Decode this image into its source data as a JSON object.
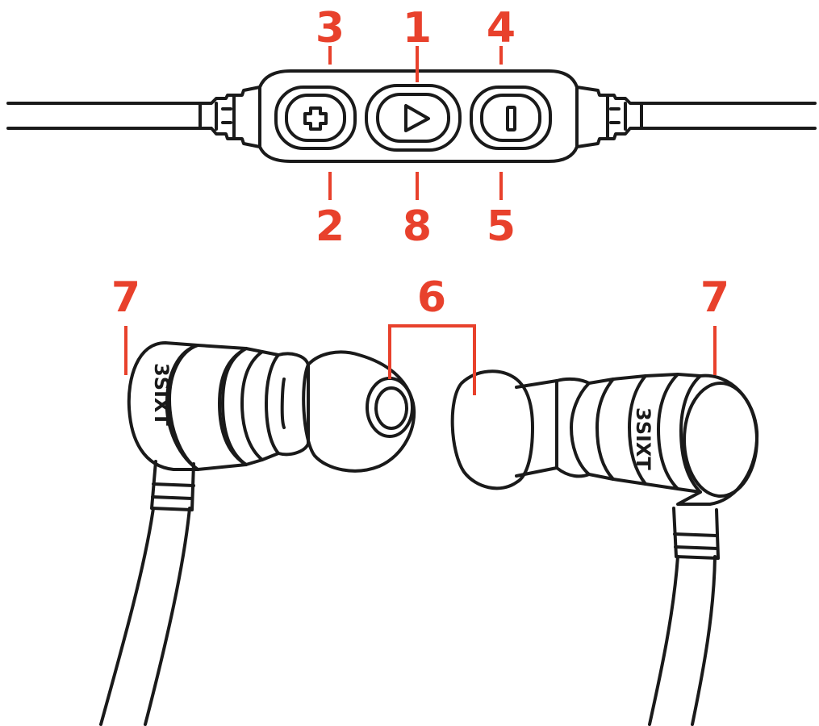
{
  "colors": {
    "callout": "#e8412c",
    "line": "#1a1a1a",
    "background": "#ffffff"
  },
  "icons": {
    "volume_up": "plus-icon",
    "play_pause": "play-icon",
    "volume_down": "minus-icon"
  },
  "callouts": {
    "c1": "1",
    "c2": "2",
    "c3": "3",
    "c4": "4",
    "c5": "5",
    "c6": "6",
    "c7_left": "7",
    "c7_right": "7",
    "c8": "8"
  },
  "brand": {
    "left": "3SIXT",
    "right": "3SIXT"
  }
}
